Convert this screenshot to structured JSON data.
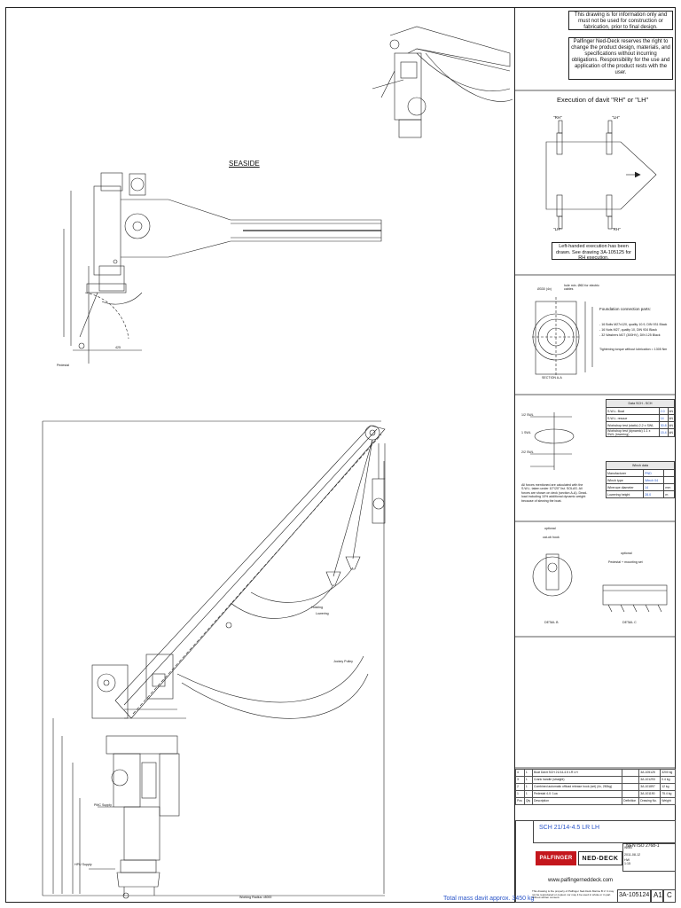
{
  "disclaimer_top": "This drawing is for information only and must not be used for construction or fabrication, prior to final design.",
  "disclaimer_rights": "Palfinger Ned-Deck reserves the right to change the product design, materials, and specifications without incurring obligations. Responsibility for the use and application of the product rests with the user.",
  "seaside_label": "SEASIDE",
  "execution": {
    "title": "Execution of davit \"RH\" or \"LH\"",
    "rh_top": "\"RH\"",
    "lh_top": "\"LH\"",
    "lh_bottom": "\"LH\"",
    "rh_bottom": "\"RH\"",
    "note": "Left-handed execution has been drawn. See drawing 3A-105125 for RH execution."
  },
  "foundation": {
    "dims_top": "Ø330 (4x)",
    "elec_note": "hole min. Ø60 for electric cables",
    "title": "Foundation connection parts:",
    "items": [
      "- 16 Bolts M27x120, quality 10.9, DIN 931 Black",
      "- 16 Nuts M27, quality 10, DIN 934 Black",
      "- 32 Washers M27 (300HV), DIN 125 Black"
    ],
    "torque": "Tightening torque without lubrication = 1305 Nm",
    "section": "SECTION A-A"
  },
  "davit_table": {
    "title": "Data SCH - SCH",
    "rows": [
      {
        "k": "S.W.L. Boat",
        "v": "2.0",
        "u": "kN"
      },
      {
        "k": "S.W.L. rescue",
        "v": "14",
        "u": "kN"
      },
      {
        "k": "Workshop test (static) 2.2 x SWL",
        "v": "30.8",
        "u": "kN"
      },
      {
        "k": "Workshop test (dynamic) 1.1 x SWL (lowering)",
        "v": "15.4",
        "u": "kN"
      }
    ]
  },
  "winch_table": {
    "title": "Winch data",
    "rows": [
      {
        "k": "Manufacturer",
        "v": "PND"
      },
      {
        "k": "Winch type",
        "v": "Winch 04"
      },
      {
        "k": "Wirerope diameter",
        "v": "14",
        "u": "mm"
      },
      {
        "k": "Lowering height",
        "v": "28.0",
        "u": "m"
      }
    ]
  },
  "load_labels": {
    "swl": "1/2 SWL",
    "swl_full": "1 SWL",
    "swl2": "2/2 SWL",
    "note": "All forces mentioned are calculated with the S.W.L. taken under 10°/20° list. SOLAS. All forces are shown on deck (section A-A). Dead-load including 10% additional dynamic weight because of slewing the boat."
  },
  "optional": {
    "a": "optional",
    "a_sub": "cat-ob hook",
    "a_detail": "DETAIL B",
    "b": "optional",
    "b_sub": "Pedestal + mounting set",
    "b_detail": "DETAIL C"
  },
  "drawing_labels": {
    "hoisting": "Hoisting",
    "lowering": "Lowering",
    "jockey_pulley": "Jockey Pulley",
    "pmc_supply": "PMC Supply",
    "hpu_supply": "HPU Supply",
    "working_radius": "Working Radius =8000",
    "total_mass": "Total mass davit approx. 3450 kg",
    "pedestal_label": "Pedestal",
    "dim_425": "425"
  },
  "bom": {
    "rows": [
      [
        "4",
        "1",
        "Boat Davit SCH 21/14-4.5 LR LH",
        "",
        "3A-105125",
        "3200 kg"
      ],
      [
        "3",
        "1",
        "Crank handle (straight)",
        "",
        "3A-101293",
        "0.4 kg"
      ],
      [
        "2",
        "1",
        "Combined automatic offload release hook (set) (4x, 250kg)",
        "",
        "3A-101897",
        "12 kg"
      ],
      [
        "1",
        "1",
        "Pedestal 4-0: 1ua",
        "",
        "3A-101190",
        "75.4 kg"
      ]
    ],
    "header": [
      "Pos",
      "Qty",
      "Description",
      "Definition",
      "Drawing No.",
      "Weight"
    ]
  },
  "title_block": {
    "product": "SCH 21/14-4.5 LR LH",
    "standard": "NEN ISO 2768-1",
    "scale": "1:15",
    "date": "2011-08-12",
    "drawn": "WMB",
    "check": "HW",
    "drawing_no": "3A-105124",
    "size": "A1",
    "revision": "C",
    "website": "www.palfingerneddeck.com",
    "logo_left": "PALFINGER",
    "logo_right": "NED-DECK",
    "copyright": "This drawing is the property of Palfinger Ned-Deck Marine B.V. It may not be reproduced or copied, nor may it be used in whole or in part without written consent."
  }
}
